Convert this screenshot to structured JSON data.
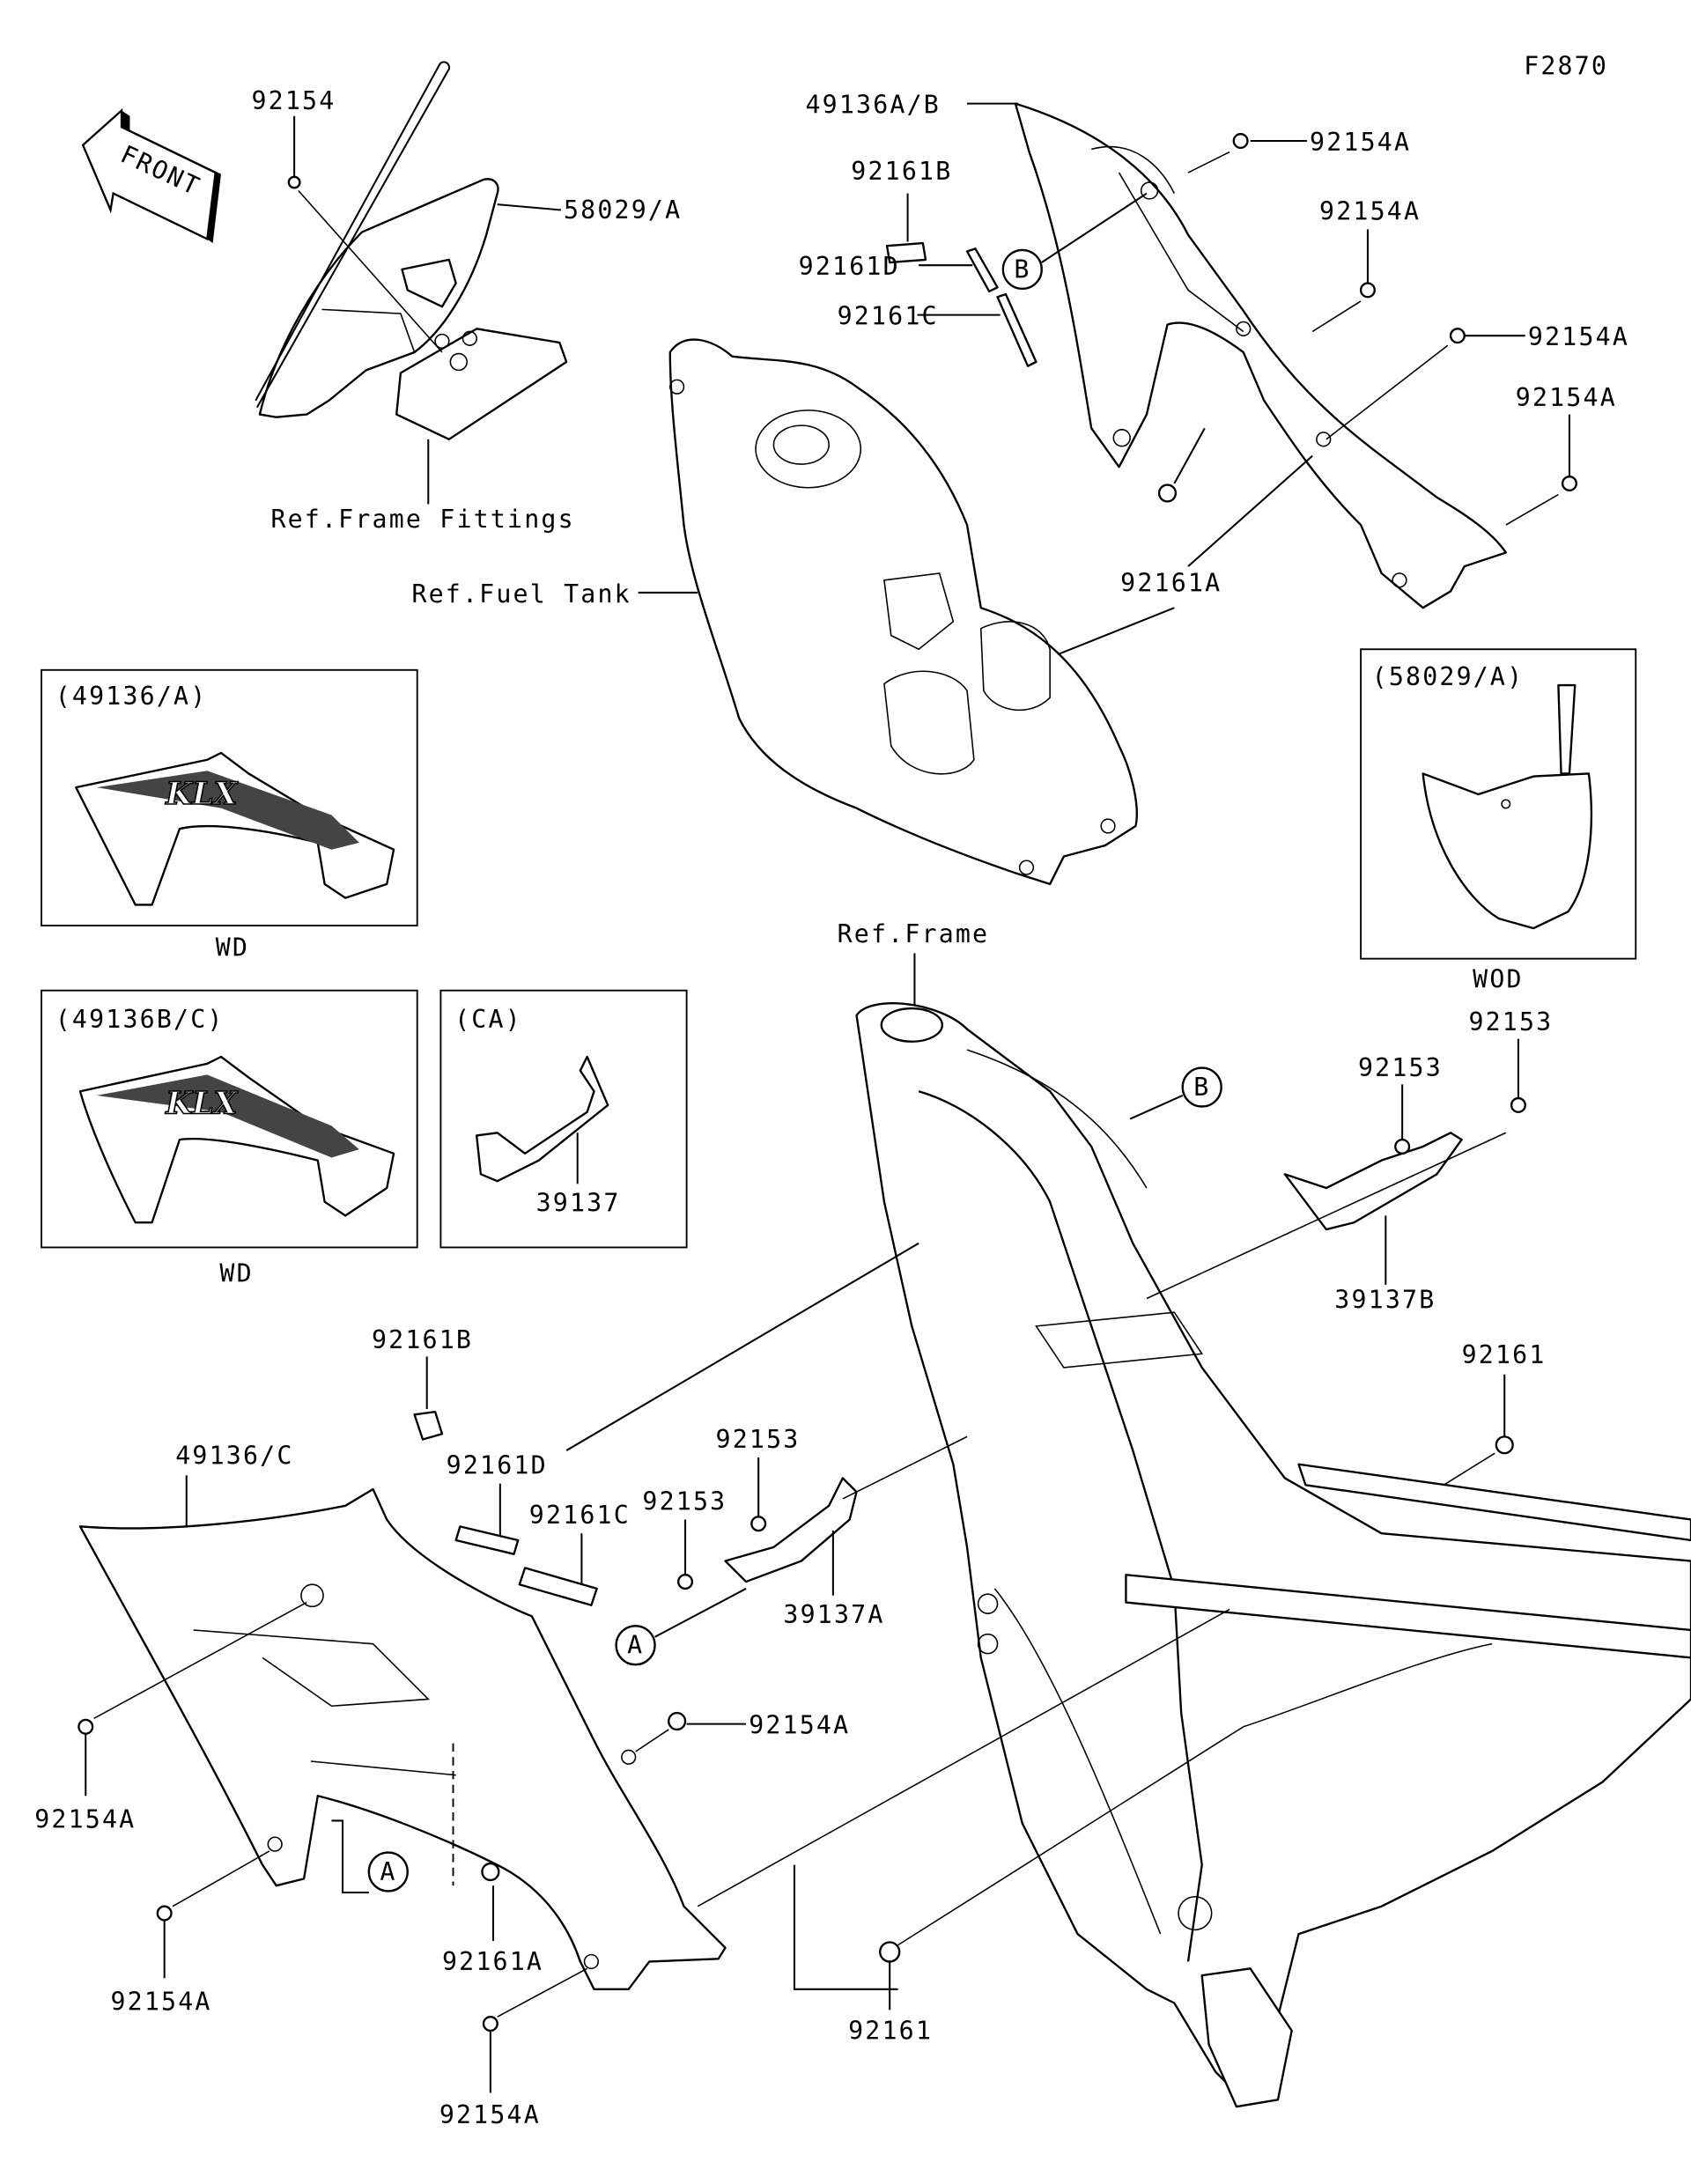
{
  "diagram_code": "F2870",
  "front_arrow": {
    "label": "FRONT",
    "icon": "front-arrow-icon"
  },
  "callouts": {
    "p92154_top": "92154",
    "p58029a": "58029/A",
    "ref_frame_fittings": "Ref.Frame Fittings",
    "p49136ab": "49136A/B",
    "p92161b_top": "92161B",
    "p92161d_top": "92161D",
    "p92161c_top": "92161C",
    "p92154a_1": "92154A",
    "p92154a_2": "92154A",
    "p92154a_3": "92154A",
    "p92154a_4": "92154A",
    "p92161a_top": "92161A",
    "ref_fuel_tank": "Ref.Fuel Tank",
    "ref_frame": "Ref.Frame",
    "p92153_r1": "92153",
    "p92153_r2": "92153",
    "p39137b": "39137B",
    "p92161_right": "92161",
    "p92161b_low": "92161B",
    "p49136c": "49136/C",
    "p92161d_low": "92161D",
    "p92161c_low": "92161C",
    "p92153_l1": "92153",
    "p92153_l2": "92153",
    "p39137a": "39137A",
    "p92154a_5": "92154A",
    "p92154a_6": "92154A",
    "p92161a_low": "92161A",
    "p92154a_7": "92154A",
    "p92161_low": "92161",
    "p92154a_8": "92154A"
  },
  "refs": {
    "a": "A",
    "b": "B"
  },
  "insets": [
    {
      "title": "(49136/A)",
      "note": "WD"
    },
    {
      "title": "(49136B/C)",
      "note": "WD"
    },
    {
      "title": "(CA)",
      "part": "39137"
    },
    {
      "title": "(58029/A)",
      "note": "WOD"
    }
  ],
  "decal_text": "KLX"
}
